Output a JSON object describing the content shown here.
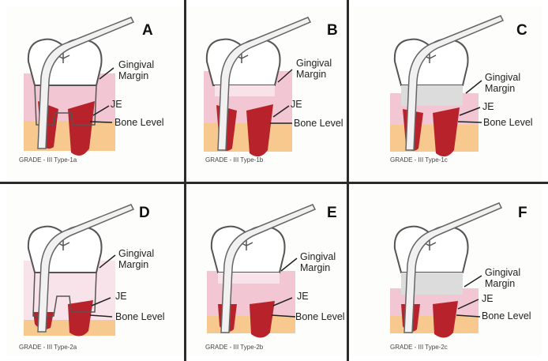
{
  "colors": {
    "gingiva": "#f2c6d2",
    "gingiva_light": "#f8e3ea",
    "bone": "#f7c98e",
    "root": "#b8232b",
    "tooth_outline": "#555555",
    "cervical_gray": "#dcdcdc",
    "grid_line": "#2b2b2b"
  },
  "panels": [
    {
      "letter": "A",
      "gingival": "Gingival",
      "margin": "Margin",
      "je": "JE",
      "bone": "Bone Level",
      "caption": "GRADE - III Type-1a",
      "variant": "1a"
    },
    {
      "letter": "B",
      "gingival": "Gingival",
      "margin": "Margin",
      "je": "JE",
      "bone": "Bone Level",
      "caption": "GRADE - III Type-1b",
      "variant": "1b"
    },
    {
      "letter": "C",
      "gingival": "Gingival",
      "margin": "Margin",
      "je": "JE",
      "bone": "Bone Level",
      "caption": "GRADE - III Type-1c",
      "variant": "1c"
    },
    {
      "letter": "D",
      "gingival": "Gingival",
      "margin": "Margin",
      "je": "JE",
      "bone": "Bone Level",
      "caption": "GRADE - III Type-2a",
      "variant": "2a"
    },
    {
      "letter": "E",
      "gingival": "Gingival",
      "margin": "Margin",
      "je": "JE",
      "bone": "Bone Level",
      "caption": "GRADE - III Type-2b",
      "variant": "2b"
    },
    {
      "letter": "F",
      "gingival": "Gingival",
      "margin": "Margin",
      "je": "JE",
      "bone": "Bone Level",
      "caption": "GRADE - III Type-2c",
      "variant": "2c"
    }
  ]
}
